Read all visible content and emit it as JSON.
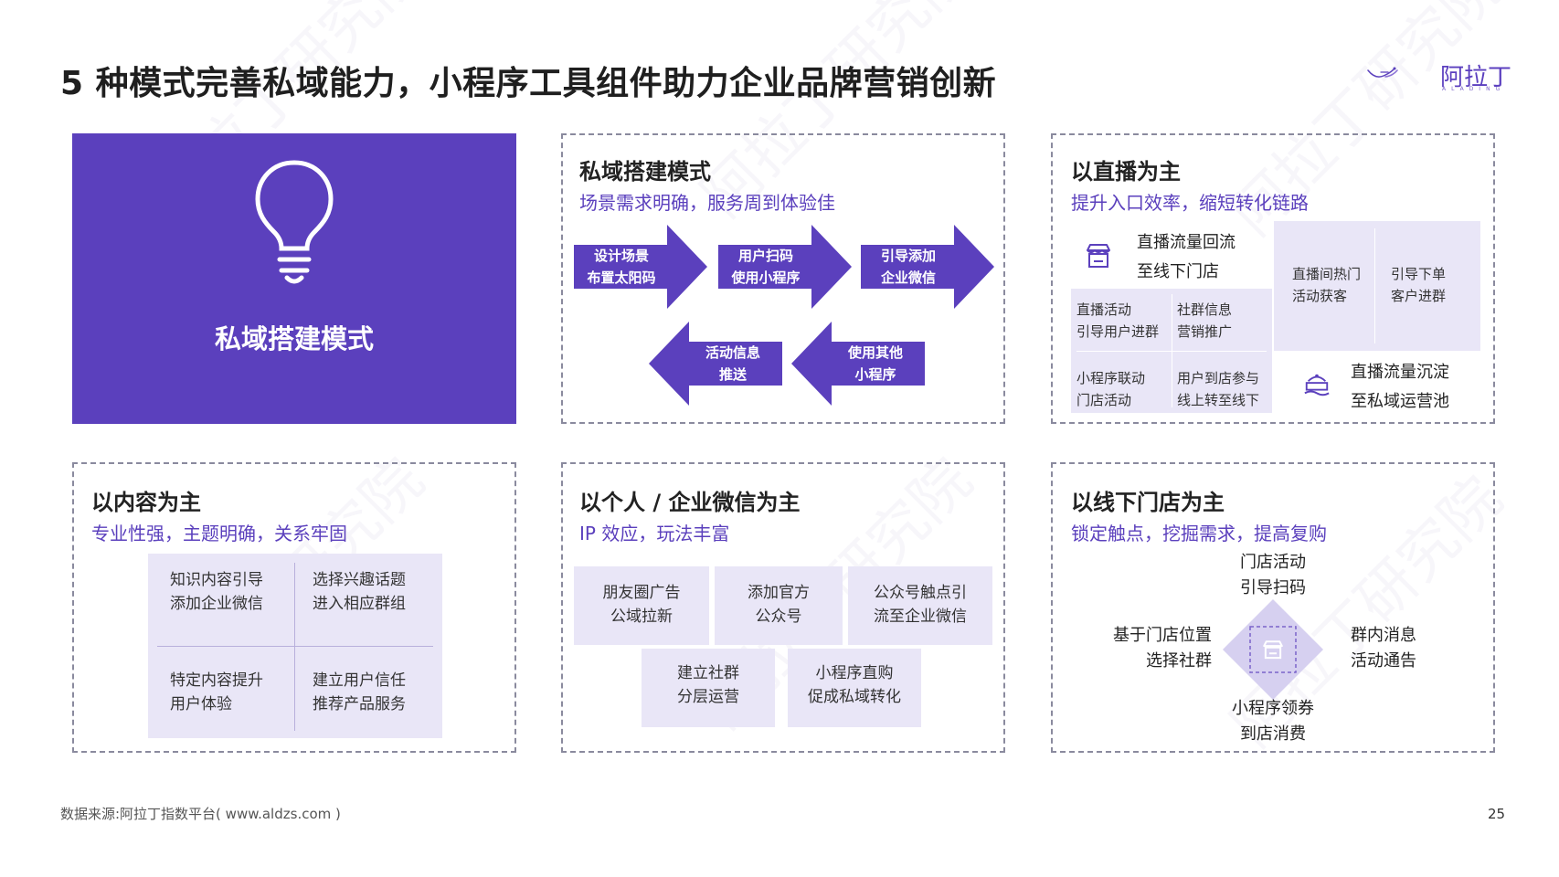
{
  "page": {
    "title": "5 种模式完善私域能力，小程序工具组件助力企业品牌营销创新",
    "logo_text": "阿拉丁",
    "logo_sub": "ALADING",
    "source": "数据来源:阿拉丁指数平台( www.aldzs.com )",
    "page_number": "25",
    "watermark": "阿拉丁研究院"
  },
  "colors": {
    "accent": "#5b40bd",
    "light": "#e9e6f7",
    "border": "#8a8a9e"
  },
  "hero": {
    "icon": "lightbulb-icon",
    "title": "私域搭建模式"
  },
  "private_domain": {
    "title": "私域搭建模式",
    "subtitle": "场景需求明确，服务周到体验佳",
    "arrows": [
      {
        "line1": "设计场景",
        "line2": "布置太阳码"
      },
      {
        "line1": "用户扫码",
        "line2": "使用小程序"
      },
      {
        "line1": "引导添加",
        "line2": "企业微信"
      },
      {
        "line1": "活动信息",
        "line2": "推送"
      },
      {
        "line1": "使用其他",
        "line2": "小程序"
      }
    ]
  },
  "livestream": {
    "title": "以直播为主",
    "subtitle": "提升入口效率，缩短转化链路",
    "flow_in": {
      "line1": "直播流量回流",
      "line2": "至线下门店"
    },
    "flow_out": {
      "line1": "直播流量沉淀",
      "line2": "至私域运营池"
    },
    "cells_left": [
      {
        "line1": "直播活动",
        "line2": "引导用户进群"
      },
      {
        "line1": "社群信息",
        "line2": "营销推广"
      },
      {
        "line1": "小程序联动",
        "line2": "门店活动"
      },
      {
        "line1": "用户到店参与",
        "line2": "线上转至线下"
      }
    ],
    "cells_right": [
      {
        "line1": "直播间热门",
        "line2": "活动获客"
      },
      {
        "line1": "引导下单",
        "line2": "客户进群"
      }
    ]
  },
  "content": {
    "title": "以内容为主",
    "subtitle": "专业性强，主题明确，关系牢固",
    "cells": [
      {
        "line1": "知识内容引导",
        "line2": "添加企业微信"
      },
      {
        "line1": "选择兴趣话题",
        "line2": "进入相应群组"
      },
      {
        "line1": "特定内容提升",
        "line2": "用户体验"
      },
      {
        "line1": "建立用户信任",
        "line2": "推荐产品服务"
      }
    ]
  },
  "personal": {
    "title": "以个人 / 企业微信为主",
    "subtitle": "IP 效应，玩法丰富",
    "cells_top": [
      {
        "line1": "朋友圈广告",
        "line2": "公域拉新"
      },
      {
        "line1": "添加官方",
        "line2": "公众号"
      },
      {
        "line1": "公众号触点引",
        "line2": "流至企业微信"
      }
    ],
    "cells_bottom": [
      {
        "line1": "建立社群",
        "line2": "分层运营"
      },
      {
        "line1": "小程序直购",
        "line2": "促成私域转化"
      }
    ]
  },
  "offline": {
    "title": "以线下门店为主",
    "subtitle": "锁定触点，挖掘需求，提高复购",
    "top": {
      "line1": "门店活动",
      "line2": "引导扫码"
    },
    "left": {
      "line1": "基于门店位置",
      "line2": "选择社群"
    },
    "right": {
      "line1": "群内消息",
      "line2": "活动通告"
    },
    "bottom": {
      "line1": "小程序领券",
      "line2": "到店消费"
    },
    "icon": "store-icon"
  }
}
